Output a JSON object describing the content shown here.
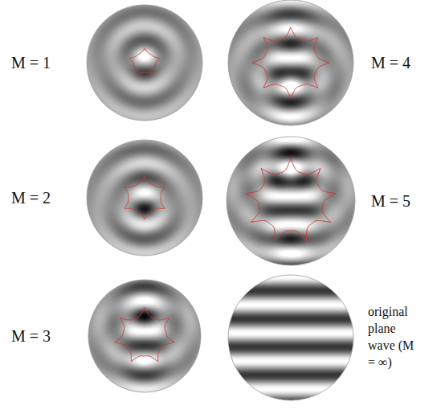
{
  "diagram": {
    "labels": [
      "M = 1",
      "M = 4",
      "M = 2",
      "M = 5",
      "M = 3",
      "original plane wave (M = ∞)"
    ]
  }
}
